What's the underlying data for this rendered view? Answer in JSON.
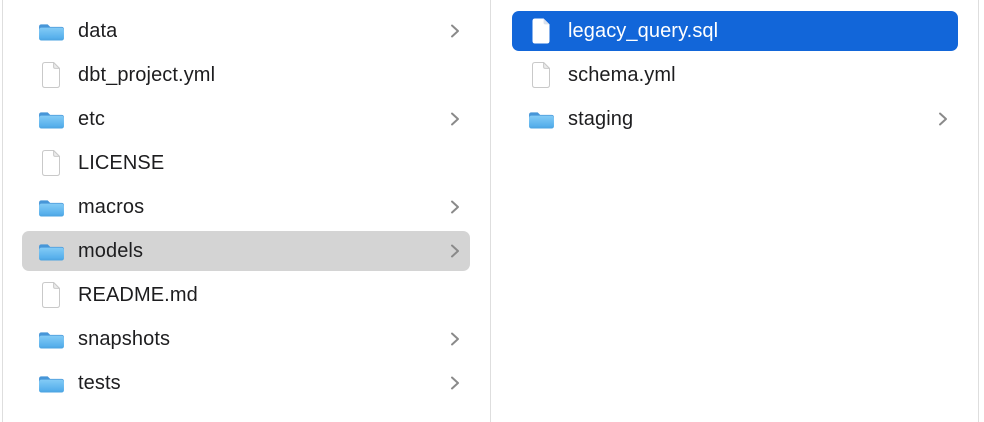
{
  "app": "finder-column-view",
  "colors": {
    "background": "#ffffff",
    "divider": "#dedede",
    "selection_primary": "#1266d9",
    "selection_secondary": "#d4d4d4",
    "text": "#1d1d1f",
    "text_selected": "#ffffff",
    "chevron": "#8a8a8a",
    "folder_blue": "#55aeea"
  },
  "columns": [
    {
      "name": "left-column",
      "items": [
        {
          "label": "data",
          "icon": "folder-icon",
          "chevron": true,
          "selected": false
        },
        {
          "label": "dbt_project.yml",
          "icon": "file-icon",
          "chevron": false,
          "selected": false
        },
        {
          "label": "etc",
          "icon": "folder-icon",
          "chevron": true,
          "selected": false
        },
        {
          "label": "LICENSE",
          "icon": "file-icon",
          "chevron": false,
          "selected": false
        },
        {
          "label": "macros",
          "icon": "folder-icon",
          "chevron": true,
          "selected": false
        },
        {
          "label": "models",
          "icon": "folder-icon",
          "chevron": true,
          "selected": "secondary"
        },
        {
          "label": "README.md",
          "icon": "file-icon",
          "chevron": false,
          "selected": false
        },
        {
          "label": "snapshots",
          "icon": "folder-icon",
          "chevron": true,
          "selected": false
        },
        {
          "label": "tests",
          "icon": "folder-icon",
          "chevron": true,
          "selected": false
        }
      ]
    },
    {
      "name": "right-column",
      "items": [
        {
          "label": "legacy_query.sql",
          "icon": "file-icon",
          "chevron": false,
          "selected": "primary"
        },
        {
          "label": "schema.yml",
          "icon": "file-icon",
          "chevron": false,
          "selected": false
        },
        {
          "label": "staging",
          "icon": "folder-icon",
          "chevron": true,
          "selected": false
        }
      ]
    }
  ]
}
